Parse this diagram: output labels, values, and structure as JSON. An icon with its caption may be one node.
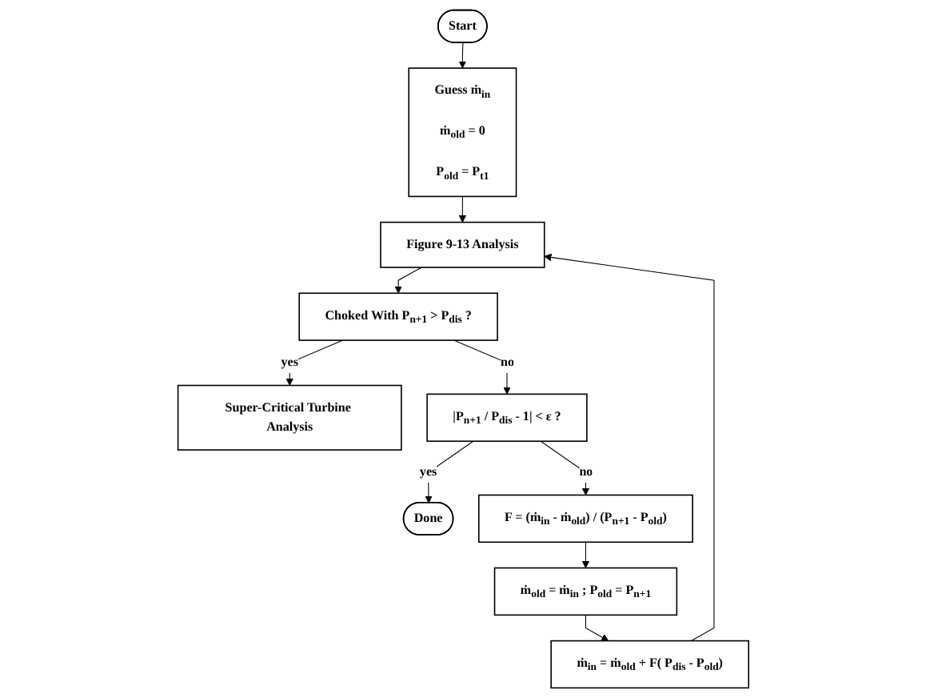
{
  "diagram": {
    "nodes": [
      {
        "text": [
          "Guess ṁ$_{in}$",
          "ṁ$_{old}$ = 0",
          "P$_{old}$ = P$_{t1}$"
        ]
      },
      {
        "text": [
          "Start"
        ]
      },
      {
        "text": [
          "Figure 9-13 Analysis"
        ]
      },
      {
        "text": [
          "Choked With P$_{n+1}$ > P$_{dis}$ ?"
        ]
      },
      {
        "text": [
          "Super-Critical Turbine Analysis"
        ]
      },
      {
        "text": [
          "|P$_{n+1}$ / P$_{dis}$ - 1| < ε ?"
        ]
      },
      {
        "text": [
          "Done"
        ]
      },
      {
        "text": [
          "F = (ṁ$_{in}$ -  ṁ$_{old}$) / (P$_{n+1}$ - P$_{old}$)"
        ]
      },
      {
        "text": [
          "ṁ$_{old}$ =  ṁ$_{in}$ ;  P$_{old}$ = P$_{n+1}$"
        ]
      },
      {
        "text": [
          "ṁ$_{in}$ =  ṁ$_{old}$ + F( P$_{dis}$ - P$_{old}$)"
        ]
      }
    ],
    "edges": [
      {
        "from": 1,
        "to": 0,
        "arrow": "to"
      },
      {
        "from": 0,
        "to": 2,
        "arrow": "to"
      },
      {
        "from": 2,
        "to": 3,
        "arrow": "to"
      },
      {
        "from": 3,
        "to": 4,
        "label": "yes",
        "arrow": "to"
      },
      {
        "from": 3,
        "to": 5,
        "label": "no",
        "arrow": "to"
      },
      {
        "from": 5,
        "to": 6,
        "label": "yes",
        "arrow": "to"
      },
      {
        "from": 5,
        "to": 7,
        "label": "no",
        "arrow": "to"
      },
      {
        "from": 7,
        "to": 8,
        "arrow": "to"
      },
      {
        "from": 8,
        "to": 9,
        "arrow": "to"
      },
      {
        "from": 9,
        "to": 2,
        "arrow": "to"
      }
    ]
  }
}
